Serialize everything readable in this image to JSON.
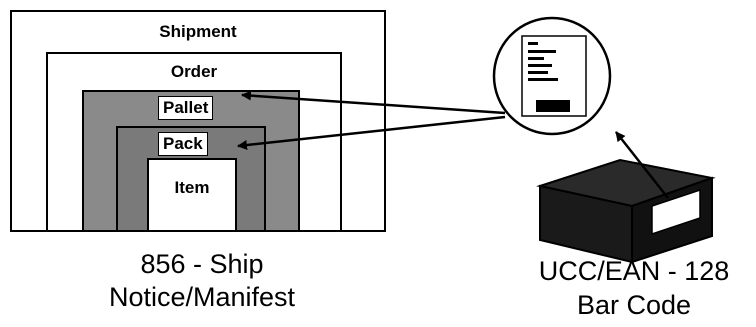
{
  "hierarchy": {
    "shipment": "Shipment",
    "order": "Order",
    "pallet": "Pallet",
    "pack": "Pack",
    "item": "Item"
  },
  "captions": {
    "ship_notice_line1": "856 - Ship",
    "ship_notice_line2": "Notice/Manifest",
    "barcode_line1": "UCC/EAN - 128",
    "barcode_line2": "Bar Code"
  },
  "icons": [
    "shipping-label-magnifier-icon",
    "shipping-carton-icon",
    "arrow-icon"
  ],
  "colors": {
    "pallet_fill": "#8a8a8a",
    "pack_fill": "#7a7a7a",
    "carton": "#1a1a1a"
  }
}
